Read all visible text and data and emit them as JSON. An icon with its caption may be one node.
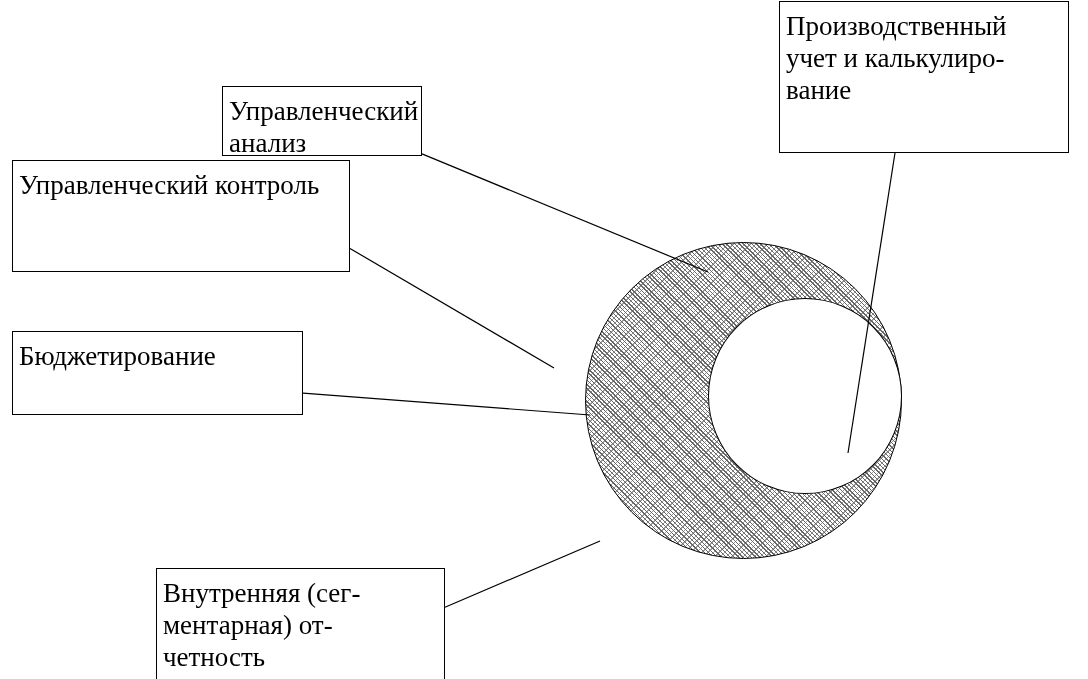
{
  "diagram": {
    "nodes": [
      {
        "text": [
          "Управленческий анализ"
        ]
      },
      {
        "text": [
          "Производственный учет и калькулиро- вание"
        ]
      },
      {
        "text": [
          "Управленческий контроль"
        ]
      },
      {
        "text": [
          "Бюджетирование"
        ]
      },
      {
        "text": [
          "Внутренняя (сег- ментарная) от- четность"
        ]
      },
      {
        "text": [],
        "shape": "circle"
      },
      {
        "text": [],
        "shape": "circle",
        "in": 5
      }
    ],
    "edges": [
      {
        "from": 0,
        "to": 5,
        "arrow": "none"
      },
      {
        "from": 1,
        "to": 6,
        "arrow": "none"
      },
      {
        "from": 2,
        "to": 5,
        "arrow": "none"
      },
      {
        "from": 3,
        "to": 5,
        "arrow": "none"
      },
      {
        "from": 4,
        "to": 5,
        "arrow": "none"
      }
    ]
  }
}
